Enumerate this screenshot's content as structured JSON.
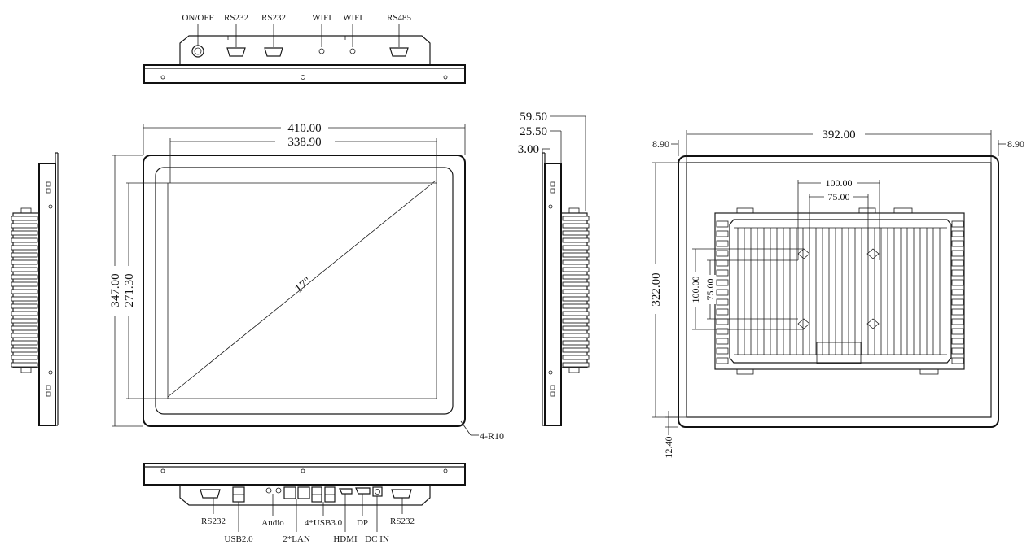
{
  "top_view": {
    "labels": [
      "ON/OFF",
      "RS232",
      "RS232",
      "WIFI",
      "WIFI",
      "RS485"
    ]
  },
  "bottom_view": {
    "labels_upper": [
      "RS232",
      "Audio",
      "2*LAN",
      "4*USB3.0",
      "DP",
      "RS232"
    ],
    "labels_lower": [
      "USB2.0",
      "HDMI",
      "DC IN"
    ]
  },
  "front_view": {
    "width_outer": "410.00",
    "width_display": "338.90",
    "height_outer": "347.00",
    "height_display": "271.30",
    "diagonal": "17\"",
    "corner_radius": "4-R10"
  },
  "side_view": {
    "depth_total": "59.50",
    "depth_mid": "25.50",
    "depth_front": "3.00"
  },
  "rear_view": {
    "width": "392.00",
    "margin_left": "8.90",
    "margin_right": "8.90",
    "height": "322.00",
    "margin_bottom": "12.40",
    "vesa_h_outer": "100.00",
    "vesa_h_inner": "75.00",
    "vesa_v_outer": "100.00",
    "vesa_v_inner": "75.00"
  },
  "colors": {
    "line": "#1a1a1a",
    "background": "#ffffff"
  }
}
